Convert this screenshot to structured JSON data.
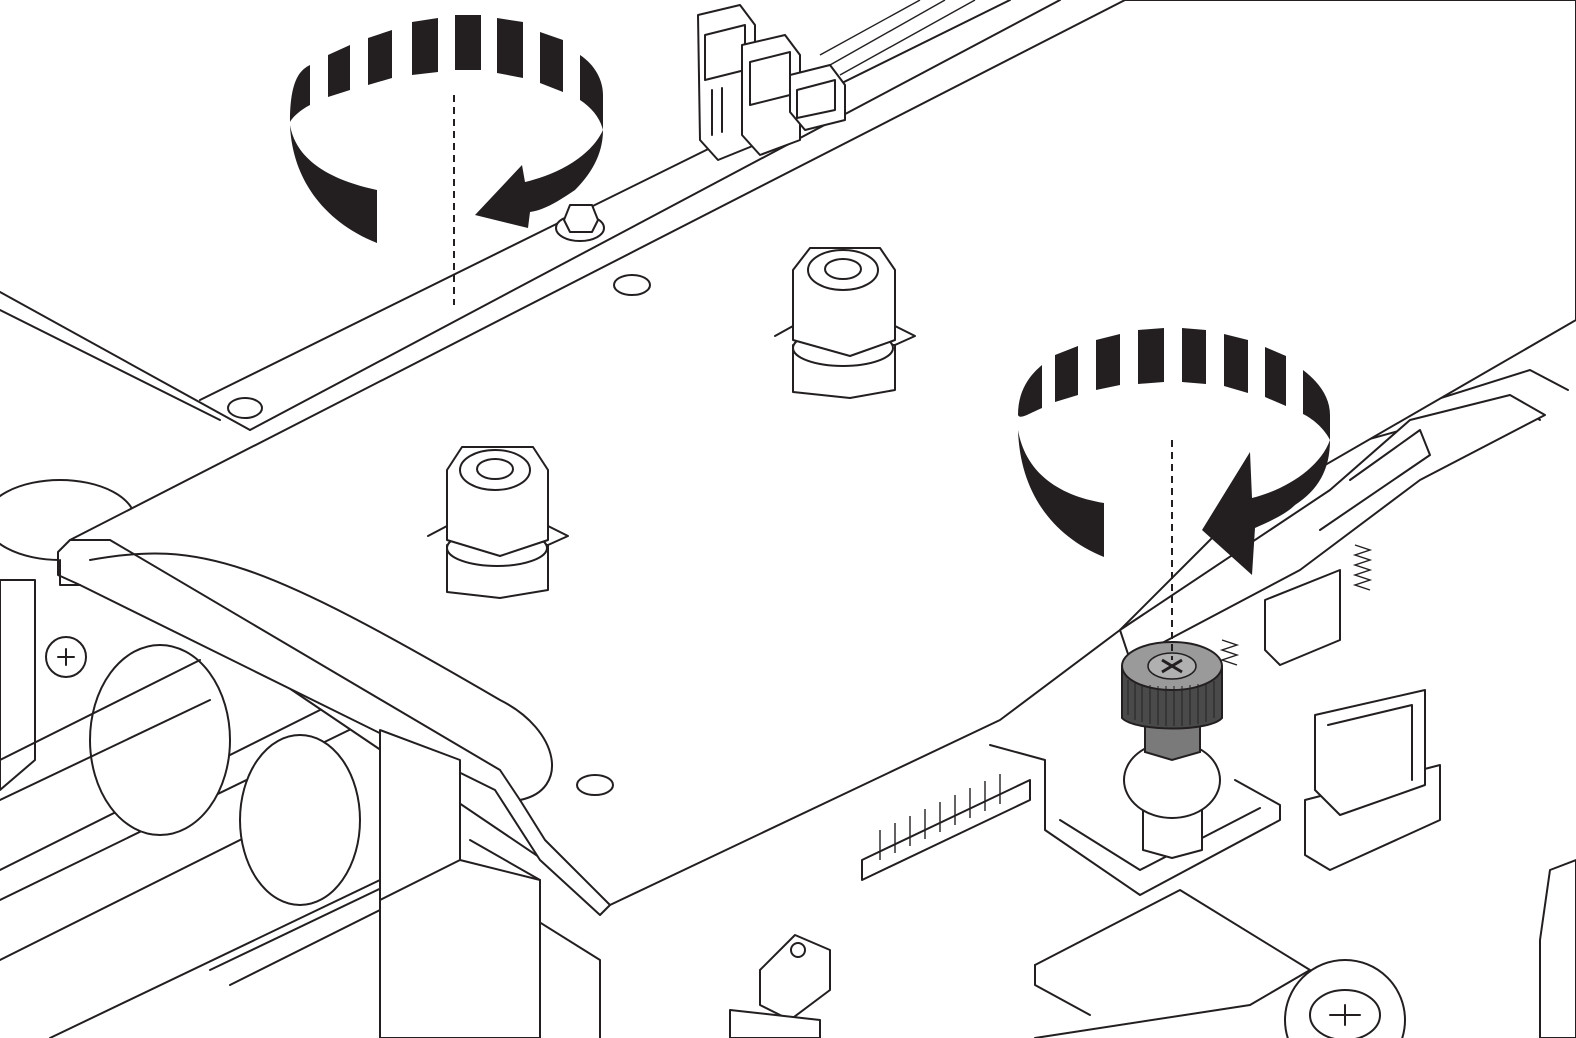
{
  "figure": {
    "colors": {
      "line": "#231f20",
      "arrow_fill": "#231f20",
      "background": "#ffffff",
      "screw_dark": "#4a4a4a",
      "screw_mid": "#7a7a7a",
      "screw_cap": "#9a9a9a"
    },
    "rotation_arrows": [
      {
        "name": "rotation-arrow-left",
        "direction": "counter-clockwise"
      },
      {
        "name": "rotation-arrow-right",
        "direction": "counter-clockwise"
      }
    ],
    "icons": [
      "rotation-arrow-icon",
      "thumbscrew-icon",
      "phillips-screw-icon"
    ]
  }
}
